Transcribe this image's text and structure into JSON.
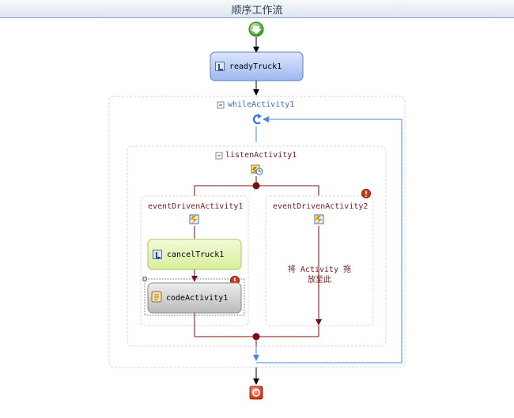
{
  "window": {
    "title": "顺序工作流"
  },
  "workflow": {
    "activities": {
      "ready_truck": "readyTruck1",
      "while_activity": "whileActivity1",
      "listen_activity": "listenActivity1",
      "event_driven_1": "eventDrivenActivity1",
      "event_driven_2": "eventDrivenActivity2",
      "cancel_truck": "cancelTruck1",
      "code_activity": "codeActivity1"
    },
    "drop_hint_line1": "将 Activity 拖",
    "drop_hint_line2": "放至此"
  },
  "colors": {
    "connector_black": "#000000",
    "connector_dark_red": "#7a0d0d",
    "connector_blue": "#4a86e8",
    "container_border": "#d0d5dc",
    "ready_truck_fill": "#aac0f3",
    "cancel_truck_fill": "#dff3a6",
    "code_activity_fill": "#c8c8c8",
    "error_red": "#d03a1a"
  },
  "icons": {
    "start": "start-arrow-icon",
    "end": "end-stop-icon",
    "loop": "loop-arrow-icon",
    "listen": "listen-icon",
    "event": "event-driven-icon",
    "error": "error-icon",
    "collapse": "collapse-icon",
    "code": "code-scroll-icon"
  }
}
